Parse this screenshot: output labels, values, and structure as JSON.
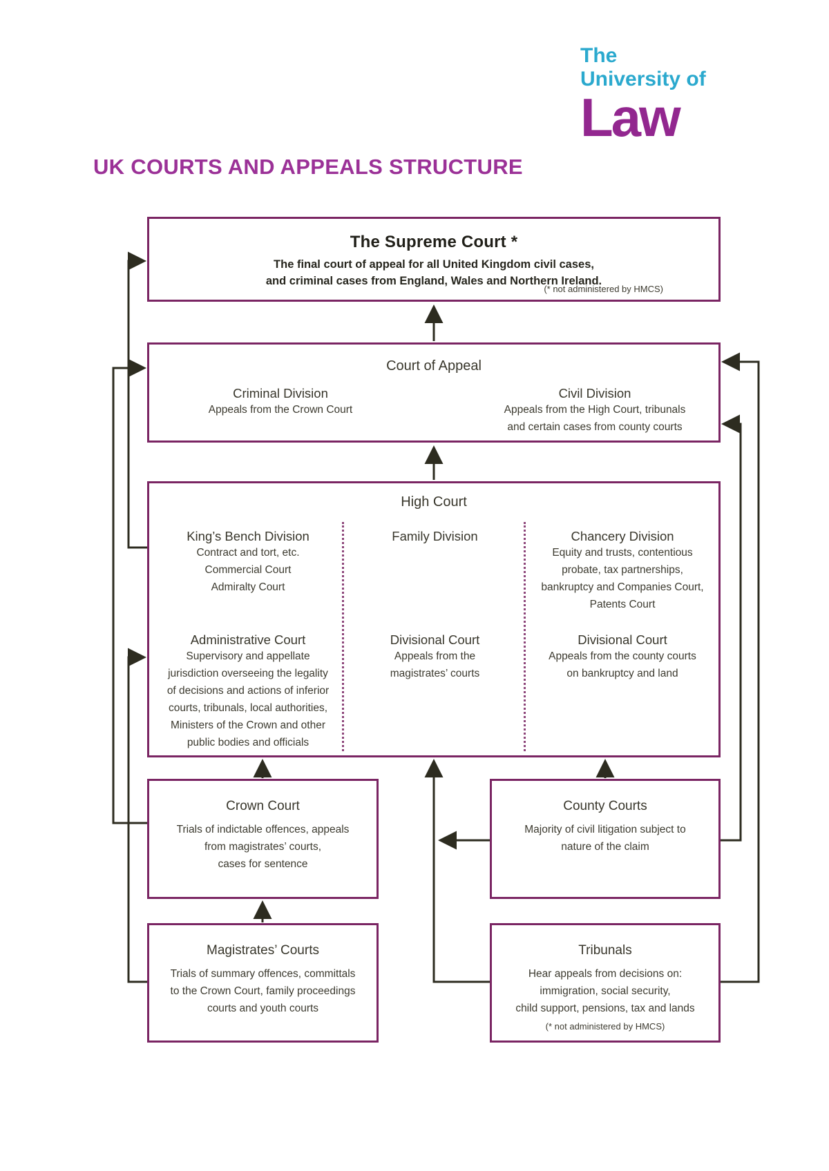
{
  "logo": {
    "the": "The",
    "university_of": "University of",
    "law": "Law"
  },
  "page_title": "UK COURTS AND APPEALS STRUCTURE",
  "supreme_court": {
    "title": "The Supreme Court *",
    "line1": "The final court of appeal for all United Kingdom civil cases,",
    "line2": "and criminal cases from England, Wales and Northern Ireland.",
    "footnote": "(* not administered by HMCS)"
  },
  "court_of_appeal": {
    "title": "Court of Appeal",
    "criminal": {
      "heading": "Criminal Division",
      "line1": "Appeals from the Crown Court"
    },
    "civil": {
      "heading": "Civil Division",
      "line1": "Appeals from the High Court, tribunals",
      "line2": "and certain cases from county courts"
    }
  },
  "high_court": {
    "title": "High Court",
    "kings_bench": {
      "heading": "King’s Bench Division",
      "lines": [
        "Contract and tort, etc.",
        "Commercial Court",
        "Admiralty Court"
      ],
      "sub_heading": "Administrative Court",
      "sub_lines": [
        "Supervisory and appellate",
        "jurisdiction overseeing the legality",
        "of decisions and actions of inferior",
        "courts, tribunals, local authorities,",
        "Ministers of the Crown and other",
        "public bodies and officials"
      ]
    },
    "family": {
      "heading": "Family Division",
      "sub_heading": "Divisional Court",
      "sub_lines": [
        "Appeals from the",
        "magistrates’ courts"
      ]
    },
    "chancery": {
      "heading": "Chancery Division",
      "lines": [
        "Equity and trusts, contentious",
        "probate, tax partnerships,",
        "bankruptcy and Companies Court,",
        "Patents Court"
      ],
      "sub_heading": "Divisional Court",
      "sub_lines": [
        "Appeals from the county courts",
        "on bankruptcy and land"
      ]
    }
  },
  "crown_court": {
    "title": "Crown Court",
    "lines": [
      "Trials of indictable offences, appeals",
      "from magistrates’ courts,",
      "cases for sentence"
    ]
  },
  "county_courts": {
    "title": "County Courts",
    "lines": [
      "Majority of civil litigation subject to",
      "nature of the claim"
    ]
  },
  "magistrates_courts": {
    "title": "Magistrates’ Courts",
    "lines": [
      "Trials of summary offences, committals",
      "to the Crown Court, family proceedings",
      "courts and youth courts"
    ]
  },
  "tribunals": {
    "title": "Tribunals",
    "lines": [
      "Hear appeals from decisions on:",
      "immigration, social security,",
      "child support, pensions, tax and lands"
    ],
    "footnote": "(* not administered by HMCS)"
  },
  "colors": {
    "box_border": "#7a2563",
    "page_title": "#9b3197",
    "logo_blue": "#2ba9ce",
    "logo_purple": "#92278f",
    "connector": "#2d2c20"
  }
}
